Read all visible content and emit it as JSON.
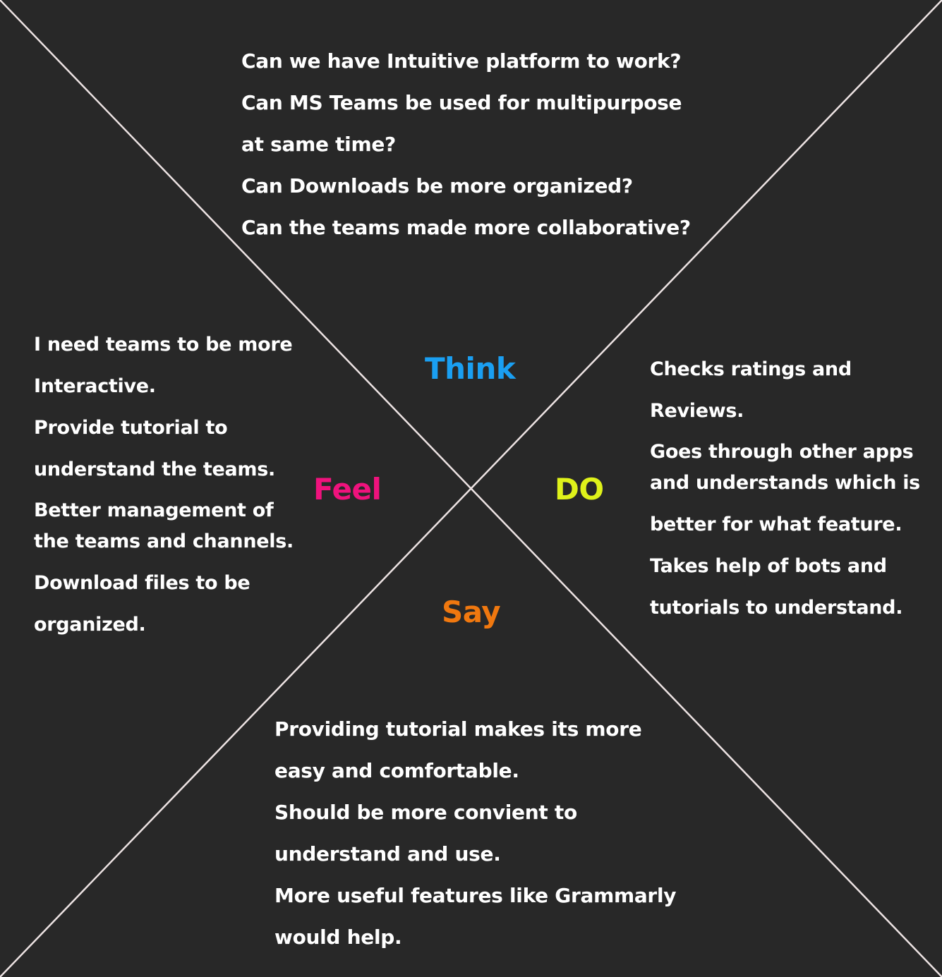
{
  "colors": {
    "background": "#282828",
    "lines": "#ede3e3",
    "text": "#ffffff",
    "think": "#1a9ff2",
    "feel": "#f0127d",
    "do": "#dff21a",
    "say": "#f0780f"
  },
  "labels": {
    "think": "Think",
    "feel": "Feel",
    "do": "DO",
    "say": "Say"
  },
  "think": {
    "items": [
      "Can we have Intuitive platform to work?",
      "Can MS Teams be used for multipurpose",
      "at same time?",
      "Can Downloads be more organized?",
      "Can the teams made more collaborative?"
    ]
  },
  "feel": {
    "items": [
      "I need teams to be more",
      "Interactive.",
      "Provide tutorial to",
      "understand the teams.",
      "Better management of",
      "the teams and channels.",
      "Download files to be",
      "organized."
    ]
  },
  "do": {
    "items": [
      "Checks ratings and",
      "Reviews.",
      "Goes through other apps",
      "and understands which is",
      "better for what feature.",
      "Takes help of bots and",
      "tutorials to understand."
    ]
  },
  "say": {
    "items": [
      "Providing tutorial makes its more",
      "easy and comfortable.",
      "Should be more convient to",
      "understand and use.",
      "More useful features like Grammarly",
      "would help."
    ]
  }
}
